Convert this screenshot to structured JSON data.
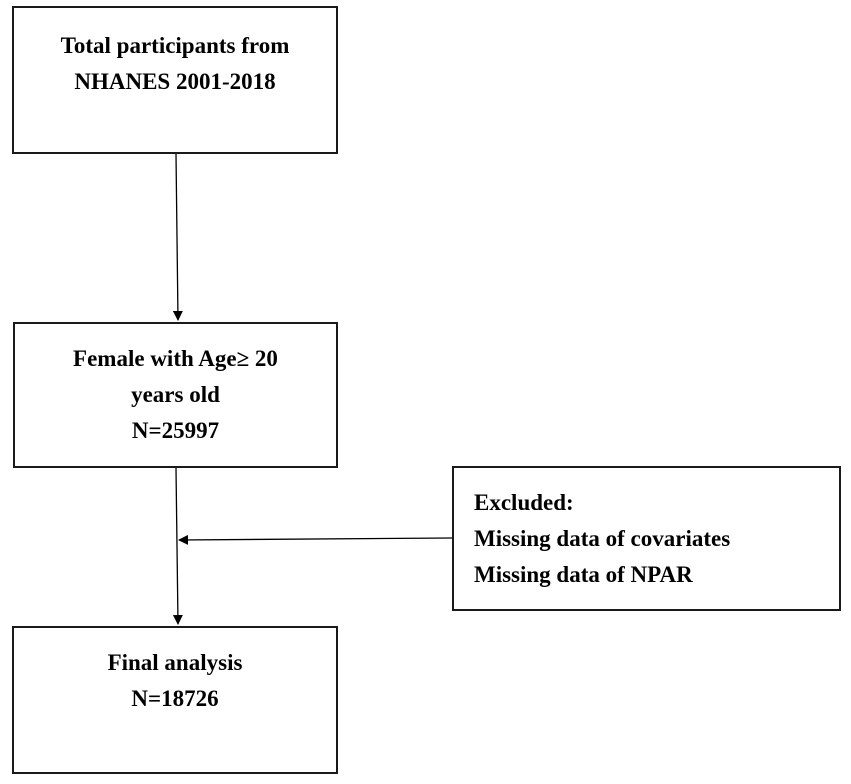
{
  "diagram": {
    "total_box": {
      "lines": [
        "Total participants from",
        "NHANES 2001-2018"
      ]
    },
    "female_box": {
      "lines": [
        "Female with Age≥  20",
        "years old",
        "N=25997"
      ]
    },
    "excluded_box": {
      "lines": [
        "Excluded:",
        "Missing data of covariates",
        "Missing data of NPAR"
      ]
    },
    "final_box": {
      "lines": [
        "Final analysis",
        "N=18726"
      ]
    },
    "colors": {
      "border": "#1a1a1a",
      "text": "#000000",
      "background": "#ffffff"
    }
  }
}
